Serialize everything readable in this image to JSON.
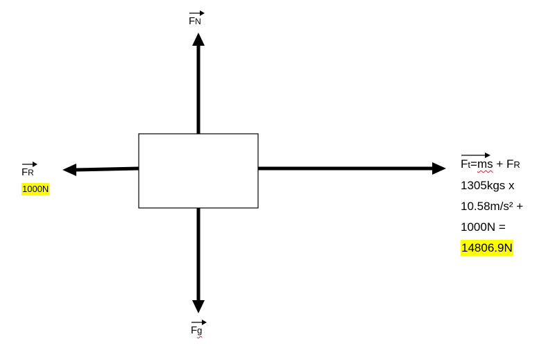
{
  "labels": {
    "normal": {
      "main": "F",
      "sub": "N"
    },
    "gravity": {
      "main": "F",
      "sub": "g"
    },
    "friction": {
      "main": "F",
      "sub": "R",
      "value": "1000N"
    }
  },
  "equation": {
    "vec_main": "F",
    "vec_sub": "t",
    "eq_mid": "=",
    "ms": "ms",
    "plus_fr": " + F",
    "plus_fr_sub": "R",
    "line2": "1305kgs x",
    "line3": "10.58m/s² +",
    "line4": "1000N =",
    "result": "14806.9N"
  },
  "colors": {
    "stroke": "#000000",
    "highlight": "#ffff00"
  }
}
